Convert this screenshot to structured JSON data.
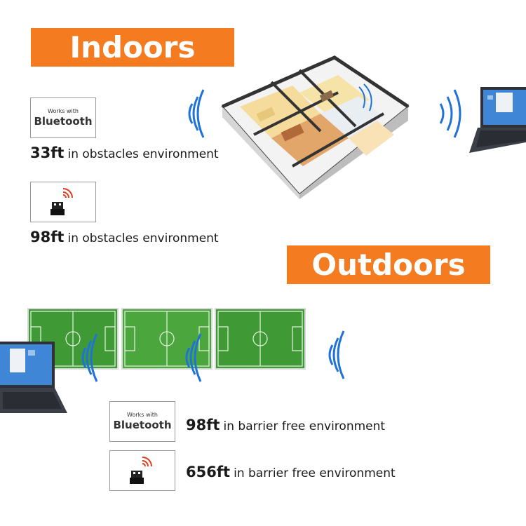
{
  "indoors": {
    "title": "Indoors",
    "bluetooth_badge": {
      "line1": "Works with",
      "line2": "Bluetooth"
    },
    "range1": {
      "distance": "33ft",
      "description": "in obstacles environment"
    },
    "range2": {
      "distance": "98ft",
      "description": "in obstacles environment"
    }
  },
  "outdoors": {
    "title": "Outdoors",
    "bluetooth_badge": {
      "line1": "Works with",
      "line2": "Bluetooth"
    },
    "range1": {
      "distance": "98ft",
      "description": "in barrier free environment"
    },
    "range2": {
      "distance": "656ft",
      "description": "in barrier free environment"
    }
  },
  "icons": [
    "house-floorplan-icon",
    "laptop-icon",
    "usb-adapter-icon",
    "signal-waves-icon",
    "soccer-field-icon"
  ],
  "colors": {
    "banner": "#f47b20",
    "waves": "#1f73d8",
    "grass": "#3f9a35",
    "laptop": "#3b3f47"
  }
}
